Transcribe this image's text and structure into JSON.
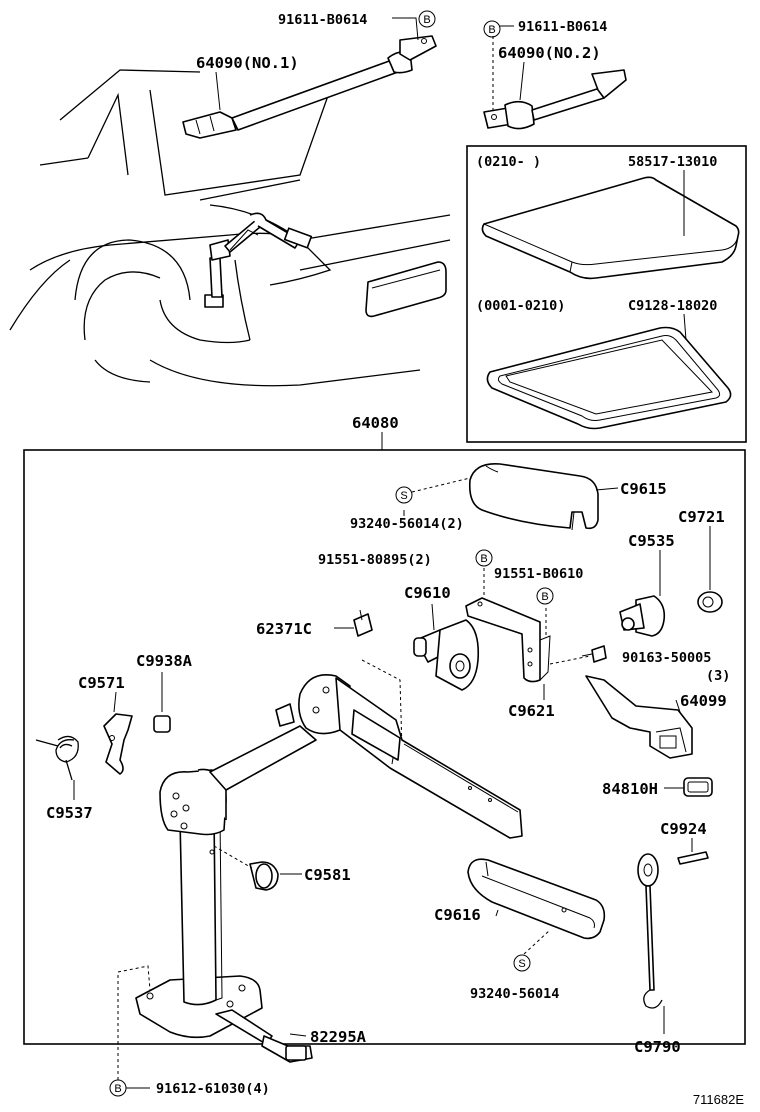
{
  "labels": {
    "bolt_top_1": "91611-B0614",
    "holder_no1": "64090(NO.1)",
    "bolt_top_2": "91611-B0614",
    "holder_no2": "64090(NO.2)",
    "date_range_1": "(0210-     )",
    "mat_1": "58517-13010",
    "date_range_2": "(0001-0210)",
    "mat_2": "C9128-18020",
    "jack_assy": "64080",
    "cover": "C9615",
    "screw_cover": "93240-56014(2)",
    "cap": "C9721",
    "knob": "C9535",
    "bolt_mid": "91551-80895(2)",
    "bolt_mid_2": "91551-B0610",
    "gear": "C9610",
    "clip": "62371C",
    "bracket": "C9621",
    "screw_bracket": "90163-50005",
    "screw_bracket_qty": "(3)",
    "collar": "C9938A",
    "pawl": "C9571",
    "handle_bracket": "64099",
    "spring": "C9537",
    "plug": "84810H",
    "pin": "C9924",
    "knob_lock": "C9581",
    "stirrup": "C9616",
    "screw_stirrup": "93240-56014",
    "handle": "82295A",
    "hook": "C9790",
    "bolt_base": "91612-61030(4)",
    "drawing_number": "711682E"
  },
  "markers": {
    "b": "B",
    "s": "S"
  }
}
